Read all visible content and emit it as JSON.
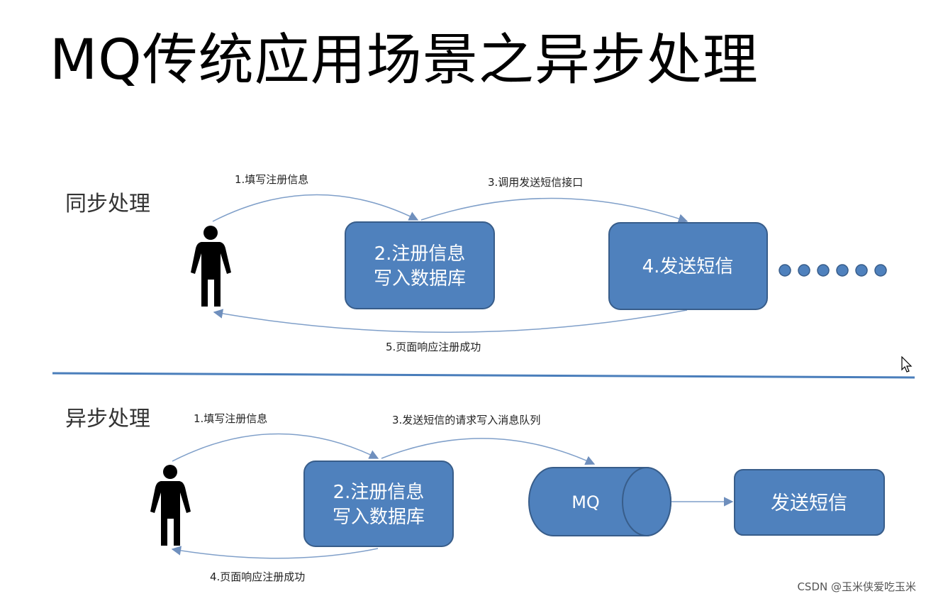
{
  "title": "MQ传统应用场景之异步处理",
  "sync": {
    "label": "同步处理",
    "step1": "1.填写注册信息",
    "step3": "3.调用发送短信接口",
    "step5": "5.页面响应注册成功",
    "box_register_line1": "2.注册信息",
    "box_register_line2": "写入数据库",
    "box_sms": "4.发送短信"
  },
  "async": {
    "label": "异步处理",
    "step1": "1.填写注册信息",
    "step3": "3.发送短信的请求写入消息队列",
    "step4": "4.页面响应注册成功",
    "box_register_line1": "2.注册信息",
    "box_register_line2": "写入数据库",
    "mq": "MQ",
    "box_sms": "发送短信"
  },
  "watermark": "CSDN @玉米侠爱吃玉米",
  "colors": {
    "box_fill": "#4f81bd",
    "box_stroke": "#385d8a",
    "arrow": "#7f9fc9",
    "divider": "#4a7ebb"
  },
  "icons": [
    "person-icon",
    "ellipsis-dots",
    "cursor-icon"
  ]
}
